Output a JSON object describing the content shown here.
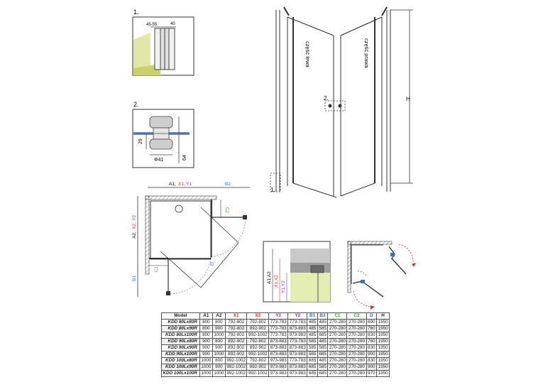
{
  "colors": {
    "red": "#d9352b",
    "blue": "#3f6fb5",
    "green": "#4a9a3c",
    "purple": "#7e3f9a",
    "light_green": "#e4eeb2",
    "olive": "#d7dd73",
    "gray": "#9a9a9a",
    "dark": "#222222"
  },
  "detail1": {
    "number": "1.",
    "dim_a": "45-55",
    "dim_b": "40"
  },
  "detail2": {
    "number": "2.",
    "dim_height": "29",
    "dim_total": "64",
    "dim_diameter": "Φ41"
  },
  "elevation": {
    "label_left": "część lewa",
    "label_right": "część prawa",
    "callout_1": "1.",
    "callout_2": "2.",
    "height_label": "H"
  },
  "plan": {
    "top_label_a": "A1,",
    "top_label_x": "X1,",
    "top_label_y": "Y1",
    "top_label_b": "B2",
    "side_label_a": "A2,",
    "side_label_x": "X2,",
    "side_label_y": "Y2",
    "side_label_b": "B1",
    "c_label_top": "C2",
    "c_label_side": "C1",
    "diag_label": "D"
  },
  "section": {
    "label_a": "A1,A2",
    "label_x": "X1,X2",
    "label_y": "Y1,Y2"
  },
  "table": {
    "headers": [
      "Model",
      "A1",
      "A2",
      "X1",
      "X2",
      "Y1",
      "Y2",
      "B1",
      "B2",
      "C1",
      "C2",
      "D",
      "H"
    ],
    "header_colors": [
      "",
      "",
      "",
      "red",
      "red",
      "purple",
      "purple",
      "blue",
      "blue",
      "green",
      "green",
      "blue",
      ""
    ],
    "rows": [
      [
        "KDD 80Lx80R",
        "800",
        "800",
        "792-802",
        "792-802",
        "773-783",
        "773-783",
        "485",
        "485",
        "270-280",
        "270-280",
        "690",
        "1950"
      ],
      [
        "KDD 80Lx90R",
        "800",
        "900",
        "792-802",
        "892-902",
        "773-783",
        "873-883",
        "485",
        "585",
        "270-280",
        "270-280",
        "760",
        "1950"
      ],
      [
        "KDD 80Lx100R",
        "800",
        "1000",
        "792-802",
        "992-1002",
        "773-783",
        "973-983",
        "485",
        "685",
        "270-280",
        "270-280",
        "830",
        "1950"
      ],
      [
        "KDD 90Lx80R",
        "900",
        "800",
        "892-902",
        "792-802",
        "873-883",
        "773-783",
        "585",
        "485",
        "270-280",
        "270-280",
        "760",
        "1950"
      ],
      [
        "KDD 90Lx90R",
        "900",
        "900",
        "892-902",
        "892-902",
        "873-883",
        "873-883",
        "585",
        "585",
        "270-280",
        "270-280",
        "830",
        "1950"
      ],
      [
        "KDD 90Lx100R",
        "900",
        "1000",
        "892-902",
        "992-1002",
        "873-883",
        "973-983",
        "585",
        "685",
        "270-280",
        "270-280",
        "900",
        "1950"
      ],
      [
        "KDD 100Lx80R",
        "1000",
        "800",
        "992-1002",
        "792-802",
        "973-983",
        "773-783",
        "685",
        "485",
        "270-280",
        "270-280",
        "830",
        "1950"
      ],
      [
        "KDD 100Lx90R",
        "1000",
        "900",
        "992-1002",
        "892-902",
        "973-983",
        "873-883",
        "685",
        "585",
        "270-280",
        "270-280",
        "900",
        "1950"
      ],
      [
        "KDD 100Lx100R",
        "1000",
        "1000",
        "992-1002",
        "992-1002",
        "973-983",
        "973-983",
        "685",
        "685",
        "270-280",
        "270-280",
        "970",
        "1950"
      ]
    ]
  }
}
